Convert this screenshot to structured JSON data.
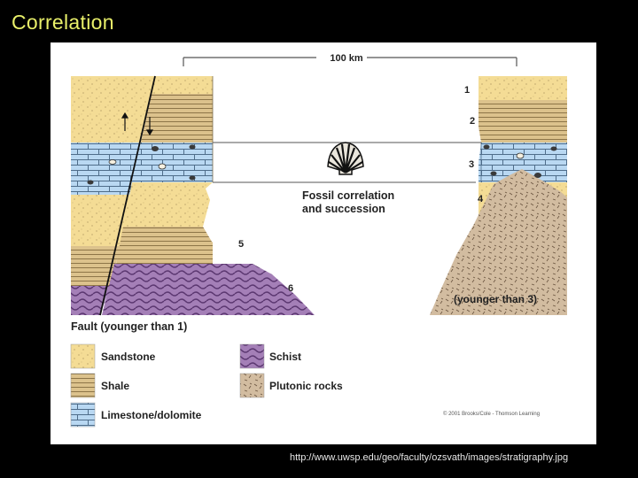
{
  "slide": {
    "title": "Correlation",
    "source_url": "http://www.uwsp.edu/geo/faculty/ozsvath/images/stratigraphy.jpg"
  },
  "diagram": {
    "scale_label": "100 km",
    "correlation_label_line1": "Fossil correlation",
    "correlation_label_line2": "and succession",
    "layer_numbers": [
      "1",
      "2",
      "3",
      "4",
      "5",
      "6"
    ],
    "intrusion_label": "(younger than 3)",
    "fault_label": "Fault (younger than 1)",
    "copyright": "© 2001 Brooks/Cole - Thomson Learning",
    "colors": {
      "sandstone": "#f4dc95",
      "shale": "#dcc28c",
      "limestone": "#b9d8f2",
      "schist": "#a47fb7",
      "plutonic": "#d2bca0"
    }
  },
  "legend": {
    "items": [
      {
        "label": "Sandstone",
        "pattern": "sandstone"
      },
      {
        "label": "Schist",
        "pattern": "schist"
      },
      {
        "label": "Shale",
        "pattern": "shale"
      },
      {
        "label": "Plutonic rocks",
        "pattern": "plutonic"
      },
      {
        "label": "Limestone/dolomite",
        "pattern": "limestone"
      }
    ]
  }
}
